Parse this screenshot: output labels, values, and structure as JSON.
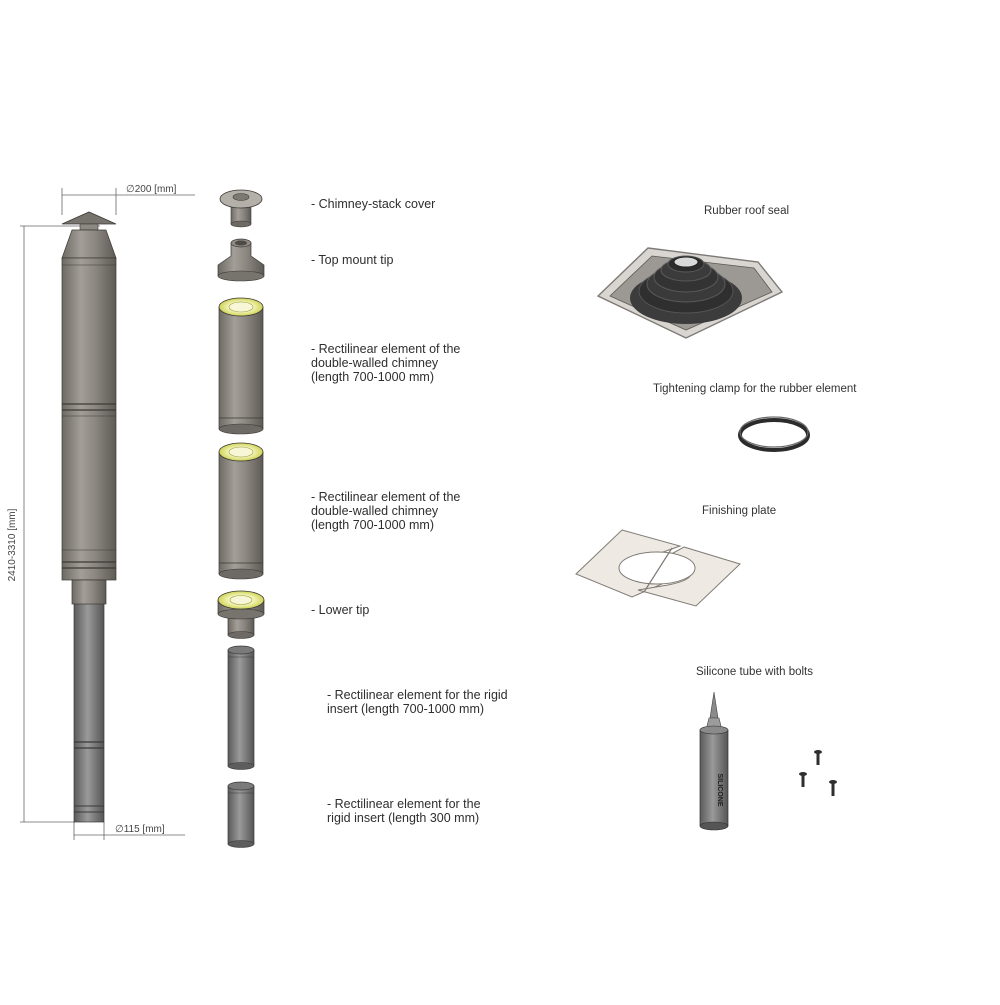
{
  "dimensions": {
    "top_diameter": "∅200 [mm]",
    "bottom_diameter": "∅115 [mm]",
    "height": "2410-3310 [mm]"
  },
  "components": [
    {
      "id": "cover",
      "label": "- Chimney-stack cover"
    },
    {
      "id": "top-tip",
      "label": "- Top mount tip"
    },
    {
      "id": "rect-1",
      "label": "- Rectilinear element of the\ndouble-walled chimney\n(length 700-1000 mm)"
    },
    {
      "id": "rect-2",
      "label": "- Rectilinear element of the\ndouble-walled chimney\n(length 700-1000 mm)"
    },
    {
      "id": "lower-tip",
      "label": "- Lower tip"
    },
    {
      "id": "rigid-long",
      "label": "- Rectilinear element for the rigid\ninsert (length 700-1000 mm)"
    },
    {
      "id": "rigid-short",
      "label": "- Rectilinear element for the\nrigid insert (length 300 mm)"
    }
  ],
  "accessories": {
    "roof_seal": "Rubber roof seal",
    "clamp": "Tightening clamp for the rubber element",
    "plate": "Finishing plate",
    "silicone": "Silicone tube with bolts",
    "tube_brand": "SILICONE"
  },
  "colors": {
    "steel": "#8a857f",
    "steel_dark": "#5f5b56",
    "insulation": "#d8dc6a",
    "rubber": "#3a3a3a",
    "plate": "#ece8e3"
  }
}
